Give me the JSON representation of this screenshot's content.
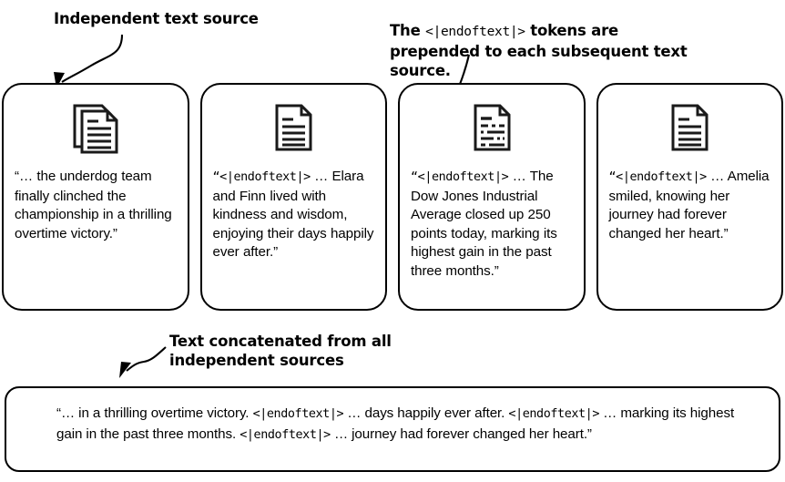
{
  "figure": {
    "type": "diagram",
    "title": "Text sources concatenated with endoftext tokens"
  },
  "annotations": {
    "independent_source": {
      "text": "Independent text source",
      "arrow": "curved-arrow-down-left"
    },
    "endoftext_note": {
      "prefix": "The ",
      "token": "<|endoftext|>",
      "suffix": " tokens are\nprepended to each subsequent text\nsource.",
      "arrow": "curved-arrow-down-left"
    },
    "concatenated_note": {
      "text": "Text concatenated from all\nindependent sources",
      "arrow": "curved-arrow-down-left"
    }
  },
  "cards": [
    {
      "icon": "stacked-documents-icon",
      "token": "",
      "text": "“… the underdog team finally clinched the championship in a thrilling overtime victory.”"
    },
    {
      "icon": "document-icon",
      "token": "“<|endoftext|>",
      "text": " … Elara and Finn lived with kindness and wisdom, enjoying their days happily ever after.”"
    },
    {
      "icon": "news-article-icon",
      "token": "“<|endoftext|>",
      "text": " … The Dow Jones Industrial Average closed up 250 points today, marking its highest gain in the past three months.”"
    },
    {
      "icon": "document-icon",
      "token": "“<|endoftext|>",
      "text": " … Amelia smiled, knowing her journey had forever changed her heart.”"
    }
  ],
  "concatenated": {
    "segments": [
      {
        "kind": "text",
        "value": "“… in a thrilling overtime victory. "
      },
      {
        "kind": "token",
        "value": "<|endoftext|>"
      },
      {
        "kind": "text",
        "value": " … days happily ever after. "
      },
      {
        "kind": "token",
        "value": "<|endoftext|>"
      },
      {
        "kind": "text",
        "value": " … marking its highest gain in the past three months. "
      },
      {
        "kind": "token",
        "value": "<|endoftext|>"
      },
      {
        "kind": "text",
        "value": " … journey had forever changed her heart.”"
      }
    ]
  },
  "colors": {
    "stroke": "#000000",
    "background": "#ffffff",
    "icon_line": "#1a1a1a"
  }
}
